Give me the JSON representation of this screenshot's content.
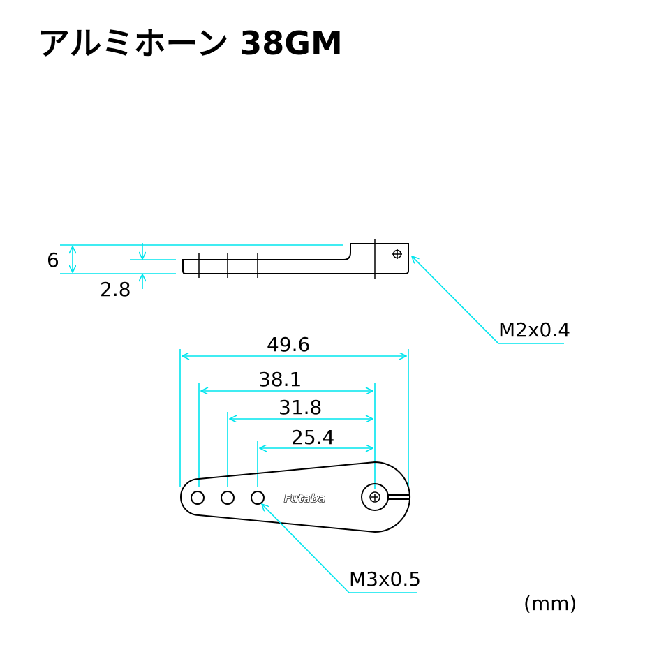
{
  "title": "アルミホーン 38GM",
  "side_view": {
    "height_label": "6",
    "thickness_label": "2.8",
    "screw_label": "M2x0.4"
  },
  "top_view": {
    "dim_overall": "49.6",
    "dim_hole1": "38.1",
    "dim_hole2": "31.8",
    "dim_hole3": "25.4",
    "hole_thread_label": "M3x0.5",
    "logo": "Futaba"
  },
  "units": "(mm)",
  "colors": {
    "dimension": "#00e5ee",
    "outline": "#000000"
  }
}
